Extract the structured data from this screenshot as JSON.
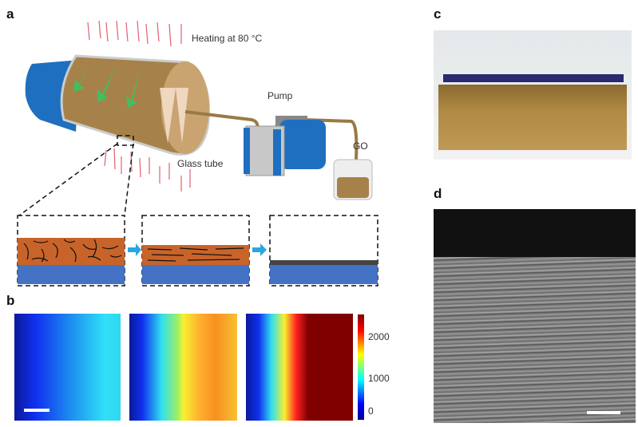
{
  "panels": {
    "a": {
      "label": "a",
      "heating": "Heating at 80 °C",
      "pump": "Pump",
      "go": "GO",
      "glass_tube": "Glass tube"
    },
    "b": {
      "label": "b",
      "colorbar_ticks": [
        "2000",
        "1000",
        "0"
      ]
    },
    "c": {
      "label": "c"
    },
    "d": {
      "label": "d"
    }
  },
  "colors": {
    "tube_brown": "#a6824a",
    "motor_blue": "#1f6fc0",
    "film_orange": "#c8642a",
    "substrate_blue": "#4472c4",
    "arrow_green": "#3fc060",
    "heat_red": "#e05060"
  }
}
